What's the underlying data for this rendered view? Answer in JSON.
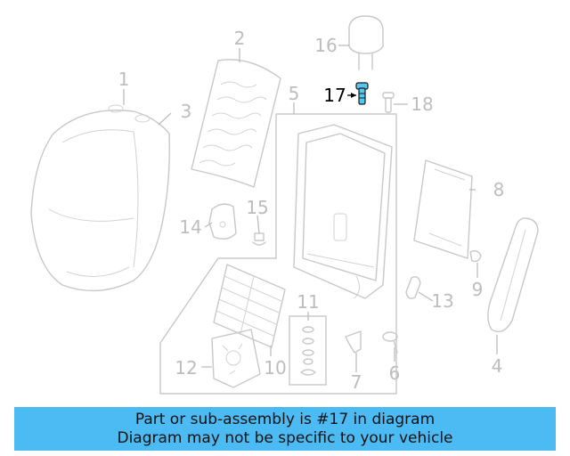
{
  "diagram": {
    "callouts": {
      "c1": "1",
      "c2": "2",
      "c3": "3",
      "c4": "4",
      "c5": "5",
      "c6": "6",
      "c7": "7",
      "c8": "8",
      "c9": "9",
      "c10": "10",
      "c11": "11",
      "c12": "12",
      "c13": "13",
      "c14": "14",
      "c15": "15",
      "c16": "16",
      "c17": "17",
      "c18": "18"
    },
    "highlighted_part": "17",
    "colors": {
      "highlight": "#55c6f0",
      "line_art": "#c8c8c8",
      "banner": "#4dbbf3"
    }
  },
  "banner": {
    "line1": "Part or sub-assembly is #17 in diagram",
    "line2": "Diagram may not be specific to your vehicle"
  }
}
